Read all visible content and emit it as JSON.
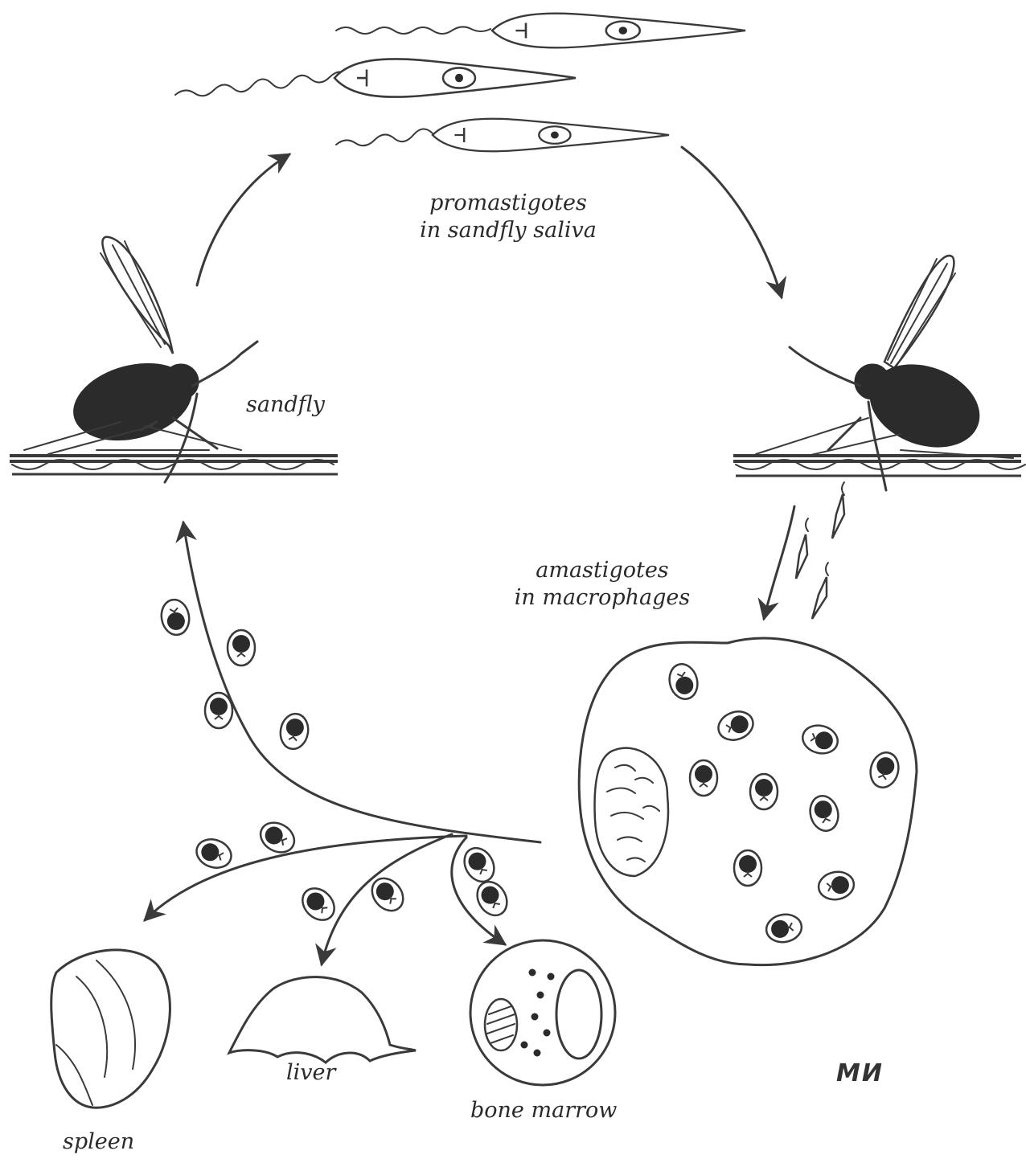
{
  "labels": {
    "promastigotes": "promastigotes",
    "promastigotes_loc": "in sandfly saliva",
    "sandfly": "sandfly",
    "amastigotes": "amastigotes",
    "amastigotes_loc": "in macrophages",
    "spleen": "spleen",
    "liver": "liver",
    "bone_marrow": "bone marrow",
    "signature": "МИ"
  },
  "colors": {
    "ink": "#3a3a3a",
    "fill_dark": "#2b2b2b",
    "background": "#ffffff"
  }
}
